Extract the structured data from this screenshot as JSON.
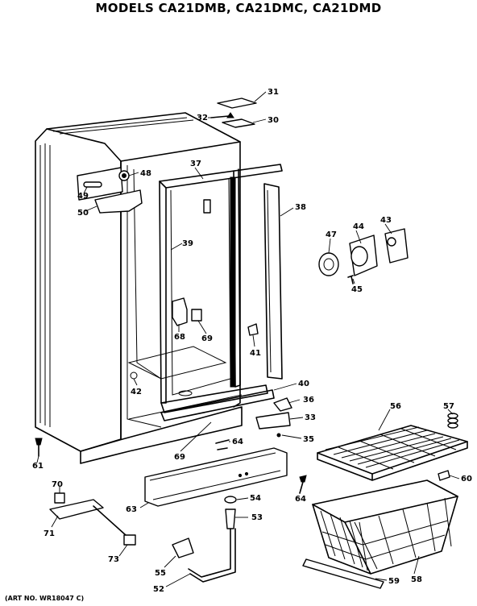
{
  "title": "MODELS CA21DMB, CA21DMC, CA21DMD",
  "art_number": "(ART NO. WR18047 C)",
  "part_labels": [
    "31",
    "32",
    "30",
    "37",
    "48",
    "49",
    "50",
    "38",
    "39",
    "47",
    "44",
    "43",
    "45",
    "68",
    "69",
    "41",
    "42",
    "40",
    "36",
    "33",
    "35",
    "56",
    "57",
    "64",
    "69",
    "61",
    "60",
    "70",
    "63",
    "54",
    "53",
    "64",
    "71",
    "73",
    "55",
    "52",
    "59",
    "58"
  ]
}
